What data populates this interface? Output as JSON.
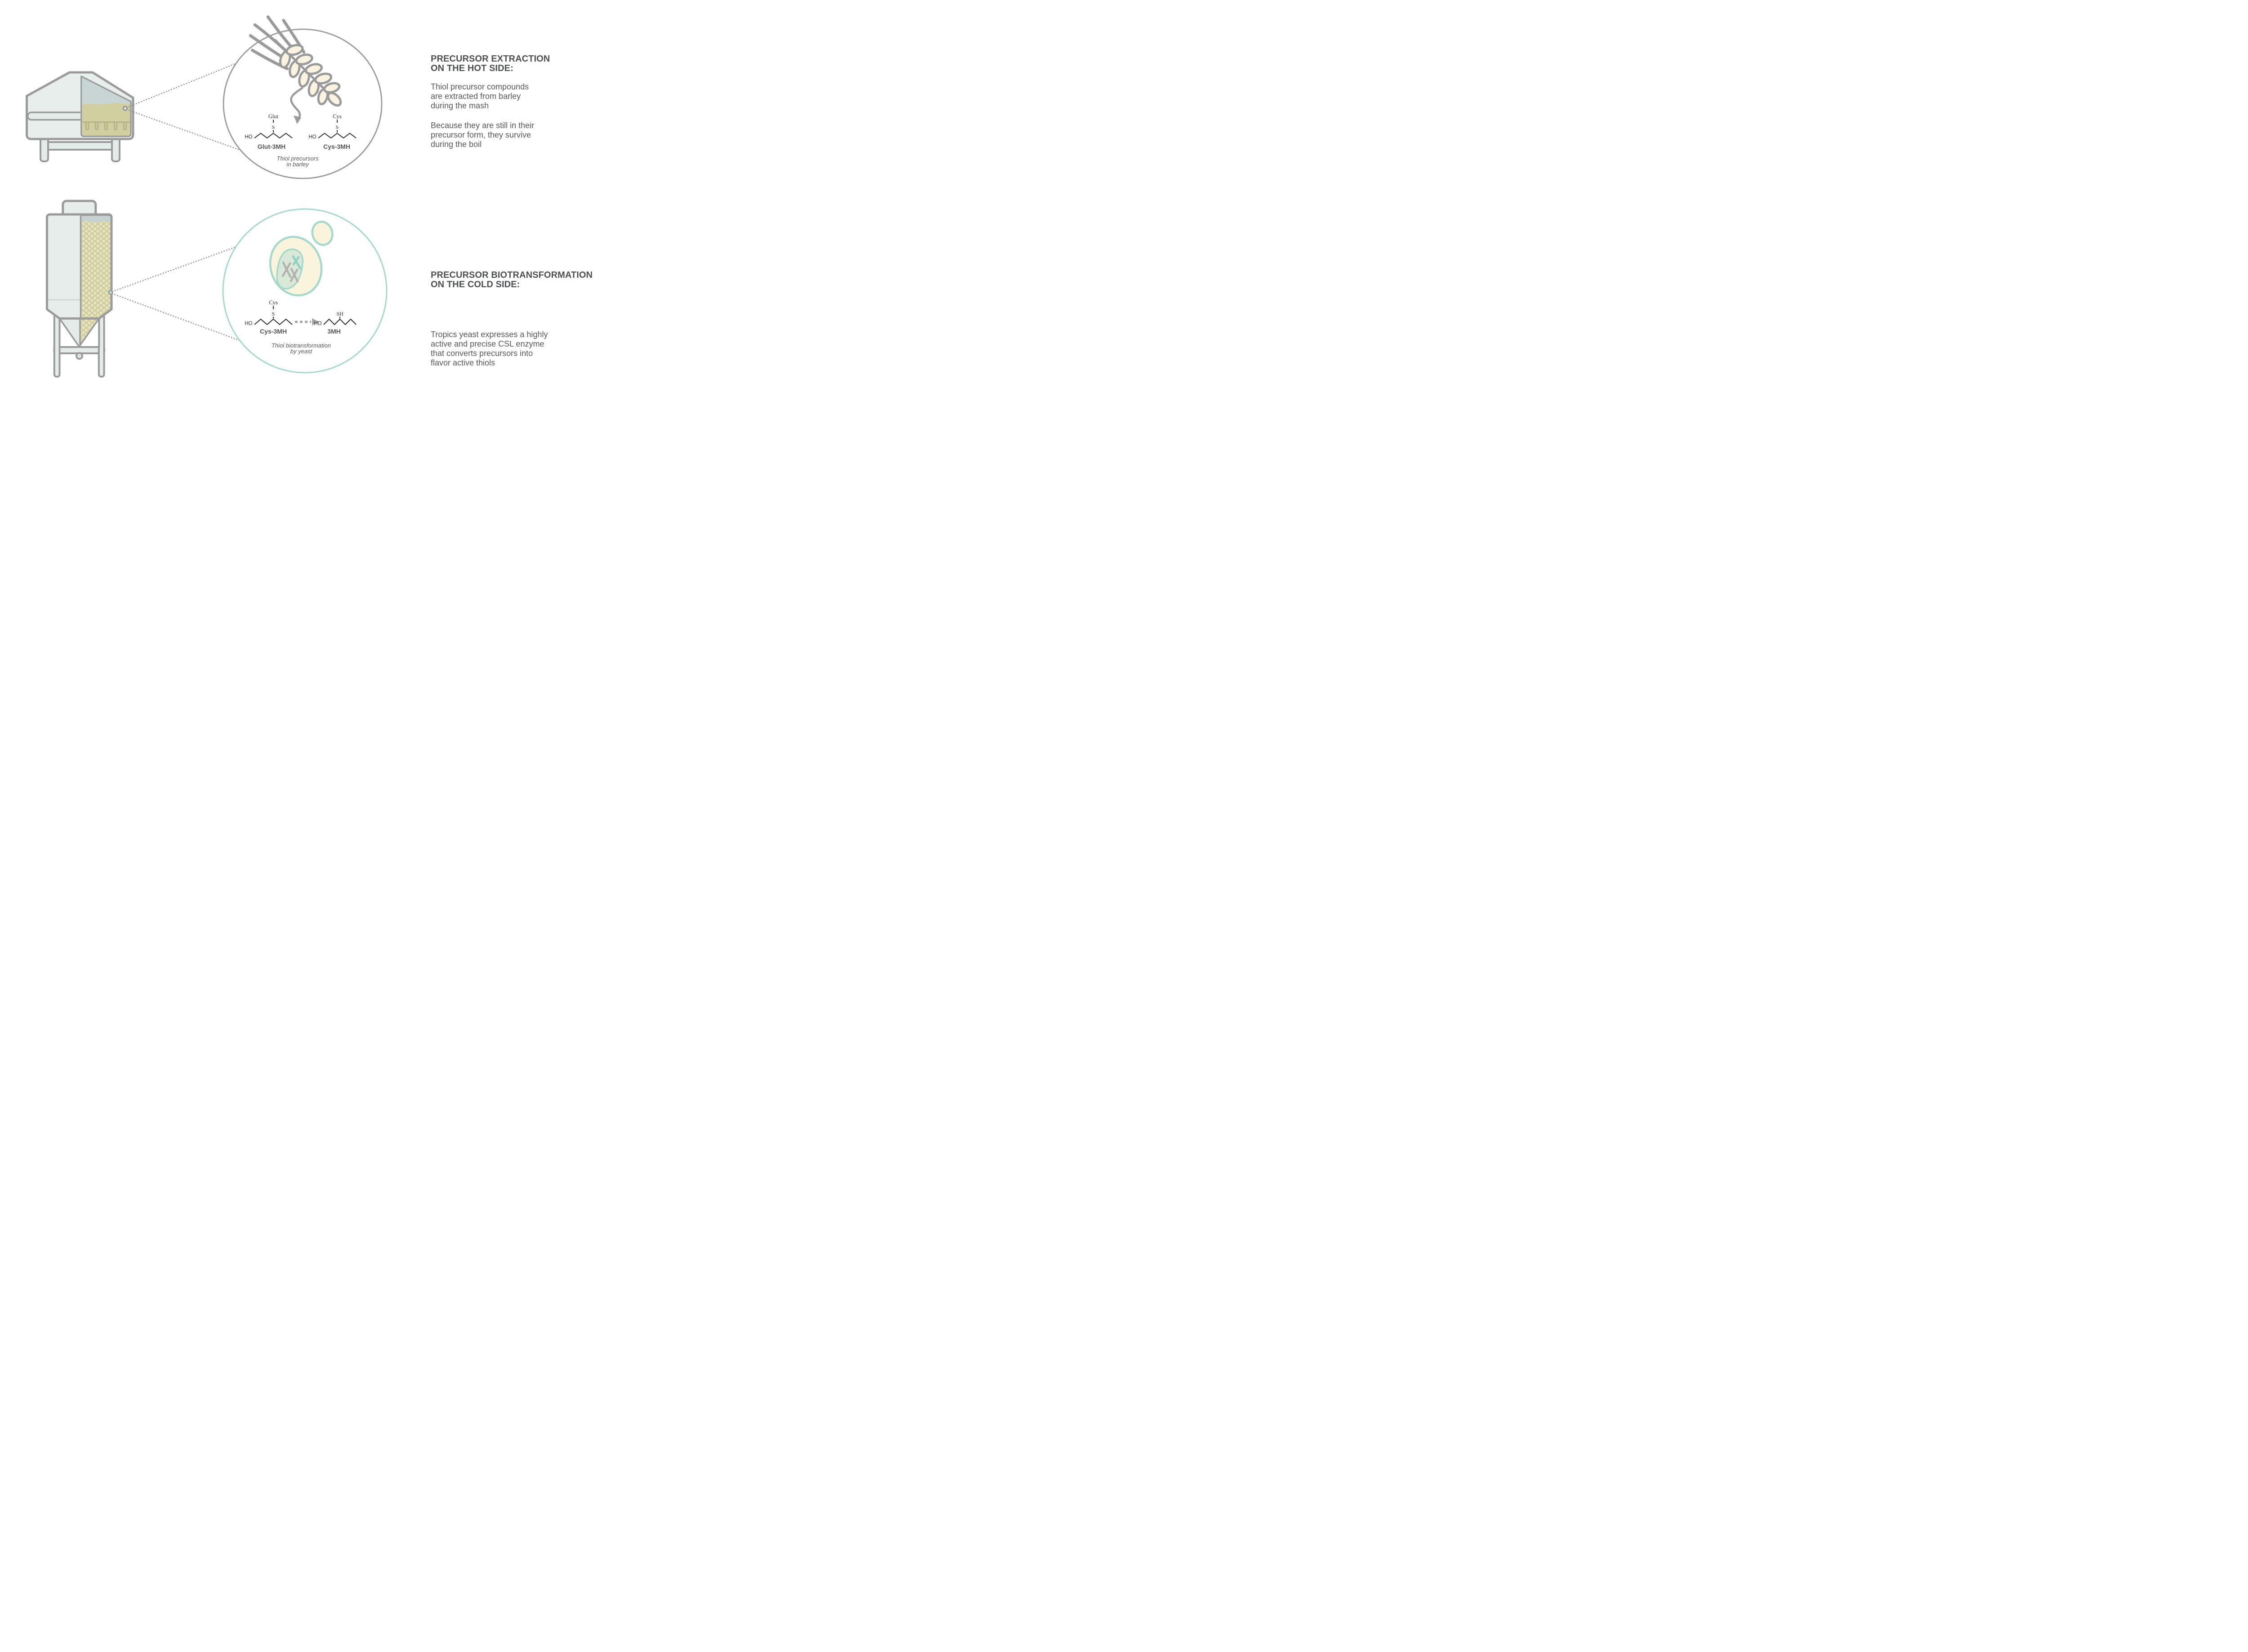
{
  "hot_side": {
    "heading_line1": "PRECURSOR EXTRACTION",
    "heading_line2": "ON THE HOT SIDE:",
    "para1": [
      "Thiol precursor compounds",
      "are extracted from barley",
      "during the mash"
    ],
    "para2": [
      "Because they are still in their",
      "precursor form, they survive",
      "during the boil"
    ]
  },
  "cold_side": {
    "heading_line1": "PRECURSOR BIOTRANSFORMATION",
    "heading_line2": "ON THE COLD SIDE:",
    "para": [
      "Tropics yeast expresses a highly",
      "active and precise CSL enzyme",
      "that converts precursors into",
      "flavor active thiols"
    ]
  },
  "barley_circle": {
    "caption_line1": "Thiol precursors",
    "caption_line2": "in barley",
    "molecules": [
      {
        "residue": "Glut",
        "sulfur": "S",
        "hydroxyl": "HO",
        "name": "Glut-3MH"
      },
      {
        "residue": "Cys",
        "sulfur": "S",
        "hydroxyl": "HO",
        "name": "Cys-3MH"
      }
    ]
  },
  "yeast_circle": {
    "caption_line1": "Thiol biotransformation",
    "caption_line2": "by yeast",
    "molecules": [
      {
        "residue": "Cys",
        "sulfur": "S",
        "hydroxyl": "HO",
        "name": "Cys-3MH"
      },
      {
        "residue": "",
        "sulfur": "SH",
        "hydroxyl": "HO",
        "name": "3MH"
      }
    ]
  },
  "colors": {
    "outline_grey": "#9b9b9b",
    "teal_accent": "#a4d9cb",
    "mash_khaki": "#d1cea0",
    "cream": "#faf3df",
    "vessel_fill": "#e8eeec",
    "headspace_blue": "#c9d4d4",
    "heading_text": "#4e4f51",
    "body_text": "#58595b"
  }
}
